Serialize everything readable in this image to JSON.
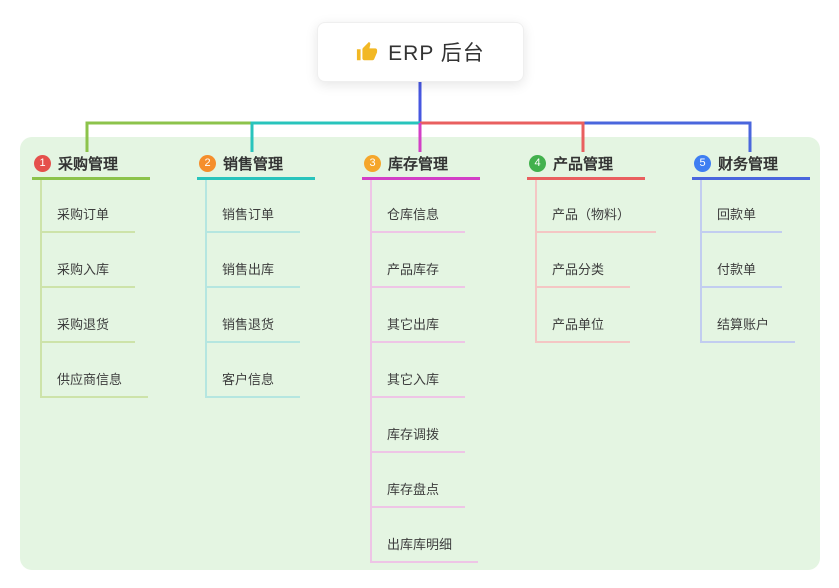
{
  "root": {
    "label": "ERP 后台",
    "icon": "thumbs-up-icon",
    "icon_color": "#f2b824",
    "connector_color": "#4757e0"
  },
  "panel": {
    "background": "#e4f5e2"
  },
  "branches": [
    {
      "number": "1",
      "label": "采购管理",
      "badge_color": "#e5504c",
      "line_color": "#8cc34b",
      "child_line_color": "#cde3a9",
      "items": [
        "采购订单",
        "采购入库",
        "采购退货",
        "供应商信息"
      ]
    },
    {
      "number": "2",
      "label": "销售管理",
      "badge_color": "#f58e2c",
      "line_color": "#28c4bc",
      "child_line_color": "#b5e6e0",
      "items": [
        "销售订单",
        "销售出库",
        "销售退货",
        "客户信息"
      ]
    },
    {
      "number": "3",
      "label": "库存管理",
      "badge_color": "#f5a62b",
      "line_color": "#d23fc6",
      "child_line_color": "#eec5e6",
      "items": [
        "仓库信息",
        "产品库存",
        "其它出库",
        "其它入库",
        "库存调拨",
        "库存盘点",
        "出库库明细"
      ]
    },
    {
      "number": "4",
      "label": "产品管理",
      "badge_color": "#42b14d",
      "line_color": "#e95f5f",
      "child_line_color": "#f4c6c4",
      "items": [
        "产品（物料）",
        "产品分类",
        "产品单位"
      ]
    },
    {
      "number": "5",
      "label": "财务管理",
      "badge_color": "#3e7ef2",
      "line_color": "#4a66dd",
      "child_line_color": "#c2cdf0",
      "items": [
        "回款单",
        "付款单",
        "结算账户"
      ]
    }
  ]
}
